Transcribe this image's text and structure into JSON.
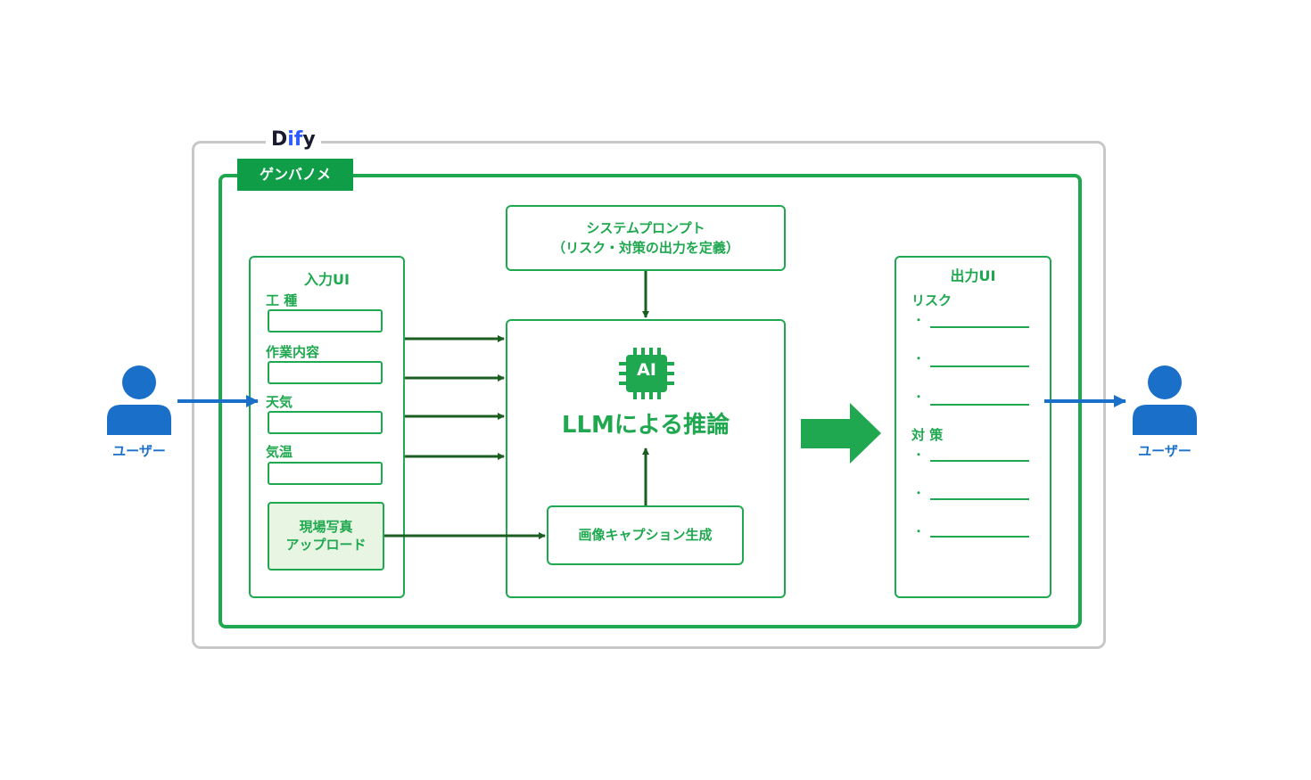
{
  "platform": {
    "logo_prefix": "D",
    "logo_accent": "if",
    "logo_suffix": "y"
  },
  "app": {
    "name": "ゲンバノメ"
  },
  "system_prompt": {
    "line1": "システムプロンプト",
    "line2": "（リスク・対策の出力を定義）"
  },
  "input_ui": {
    "title": "入力UI",
    "fields": [
      {
        "label": "工 種"
      },
      {
        "label": "作業内容"
      },
      {
        "label": "天気"
      },
      {
        "label": "気温"
      }
    ],
    "upload": {
      "line1": "現場写真",
      "line2": "アップロード"
    }
  },
  "llm": {
    "chip": "AI",
    "label": "LLMによる推論"
  },
  "caption": {
    "label": "画像キャプション生成"
  },
  "output_ui": {
    "title": "出力UI",
    "risk_label": "リスク",
    "measure_label": "対 策",
    "bullet": "・"
  },
  "users": {
    "left_label": "ユーザー",
    "right_label": "ユーザー"
  },
  "colors": {
    "green": "#1fa84f",
    "dark_green": "#1b5e20",
    "blue": "#1a6fc8",
    "gray": "#c8c8c8"
  }
}
